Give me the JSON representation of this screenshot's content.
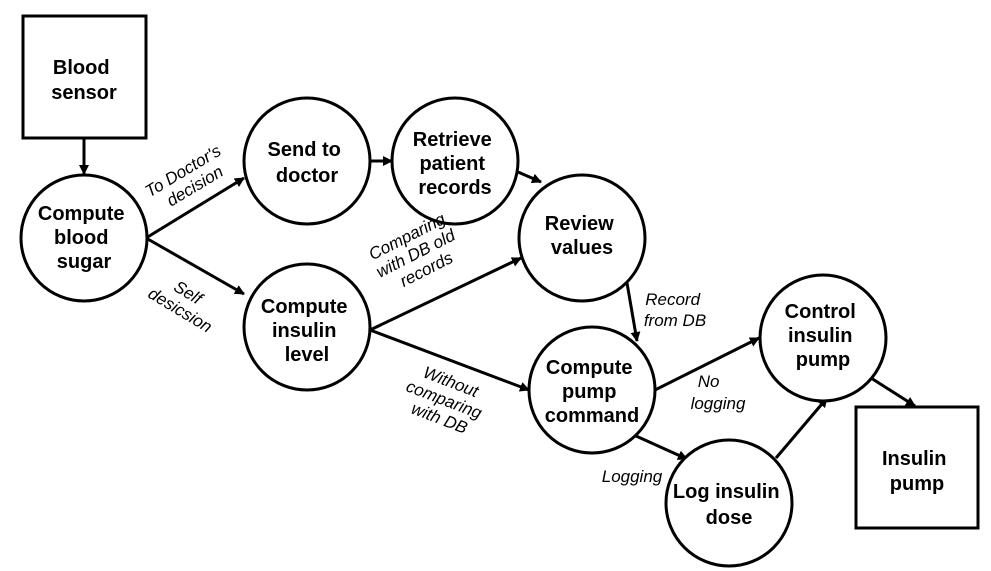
{
  "nodes": {
    "blood_sensor": [
      "Blood",
      "sensor"
    ],
    "compute_blood_sugar": [
      "Compute",
      "blood",
      "sugar"
    ],
    "send_to_doctor": [
      "Send to",
      "doctor"
    ],
    "retrieve_patient_records": [
      "Retrieve",
      "patient",
      "records"
    ],
    "review_values": [
      "Review",
      "values"
    ],
    "compute_insulin_level": [
      "Compute",
      "insulin",
      "level"
    ],
    "compute_pump_command": [
      "Compute",
      "pump",
      "command"
    ],
    "control_insulin_pump": [
      "Control",
      "insulin",
      "pump"
    ],
    "log_insulin_dose": [
      "Log insulin",
      "dose"
    ],
    "insulin_pump": [
      "Insulin",
      "pump"
    ]
  },
  "edge_labels": {
    "to_doctors_decision": [
      "To Doctor's",
      "decision"
    ],
    "self_decision": [
      "Self",
      "desicsion"
    ],
    "comparing_with_db": [
      "Comparing",
      "with DB old",
      "records"
    ],
    "without_comparing": [
      "Without",
      "comparing",
      "with DB"
    ],
    "record_from_db": [
      "Record",
      "from DB"
    ],
    "no_logging": [
      "No",
      "logging"
    ],
    "logging": [
      "Logging"
    ]
  }
}
